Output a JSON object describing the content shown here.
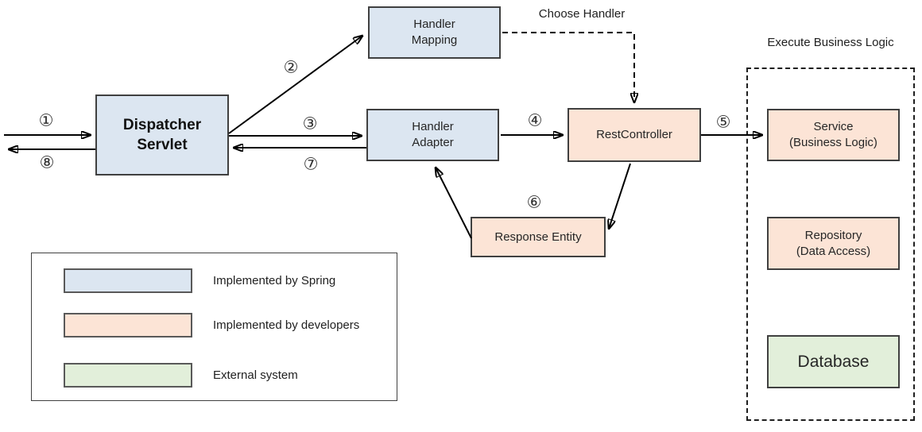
{
  "boxes": {
    "dispatcher_servlet": {
      "line1": "Dispatcher",
      "line2": "Servlet"
    },
    "handler_mapping": {
      "line1": "Handler",
      "line2": "Mapping"
    },
    "handler_adapter": {
      "line1": "Handler",
      "line2": "Adapter"
    },
    "rest_controller": {
      "line1": "RestController"
    },
    "response_entity": {
      "line1": "Response Entity"
    },
    "service": {
      "line1": "Service",
      "line2": "(Business Logic)"
    },
    "repository": {
      "line1": "Repository",
      "line2": "(Data Access)"
    },
    "database": {
      "line1": "Database"
    }
  },
  "annotations": {
    "choose_handler": "Choose Handler",
    "execute_business_logic": "Execute Business Logic"
  },
  "steps": {
    "s1": "①",
    "s2": "②",
    "s3": "③",
    "s4": "④",
    "s5": "⑤",
    "s6": "⑥",
    "s7": "⑦",
    "s8": "⑧"
  },
  "legend": {
    "items": [
      {
        "swatch": "spring-blue",
        "label": "Implemented by Spring"
      },
      {
        "swatch": "developer-orange",
        "label": "Implemented by developers"
      },
      {
        "swatch": "external-green",
        "label": "External system"
      }
    ]
  },
  "colors": {
    "spring_blue": "#dce6f1",
    "developer_orange": "#fce4d6",
    "external_green": "#e2efda",
    "box_border": "#404040",
    "arrow_black": "#000000"
  }
}
